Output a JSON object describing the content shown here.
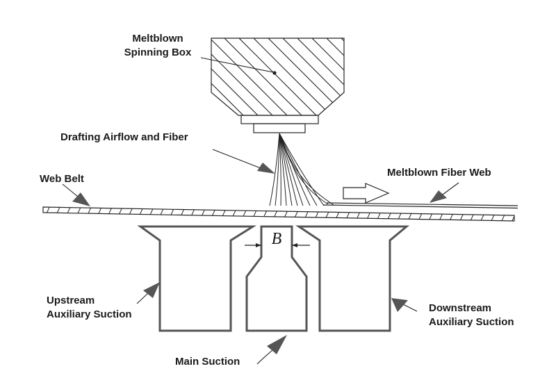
{
  "labels": {
    "spinning_box_line1": "Meltblown",
    "spinning_box_line2": "Spinning Box",
    "airflow_fiber": "Drafting Airflow and Fiber",
    "web_belt": "Web Belt",
    "fiber_web": "Meltblown Fiber Web",
    "upstream_line1": "Upstream",
    "upstream_line2": "Auxiliary Suction",
    "downstream_line1": "Downstream",
    "downstream_line2": "Auxiliary Suction",
    "main_suction": "Main Suction",
    "gap_dimension": "B"
  },
  "colors": {
    "line": "#222222",
    "outline": "#555555",
    "arrow": "#555555",
    "text": "#1a1a1a",
    "background": "#ffffff"
  }
}
